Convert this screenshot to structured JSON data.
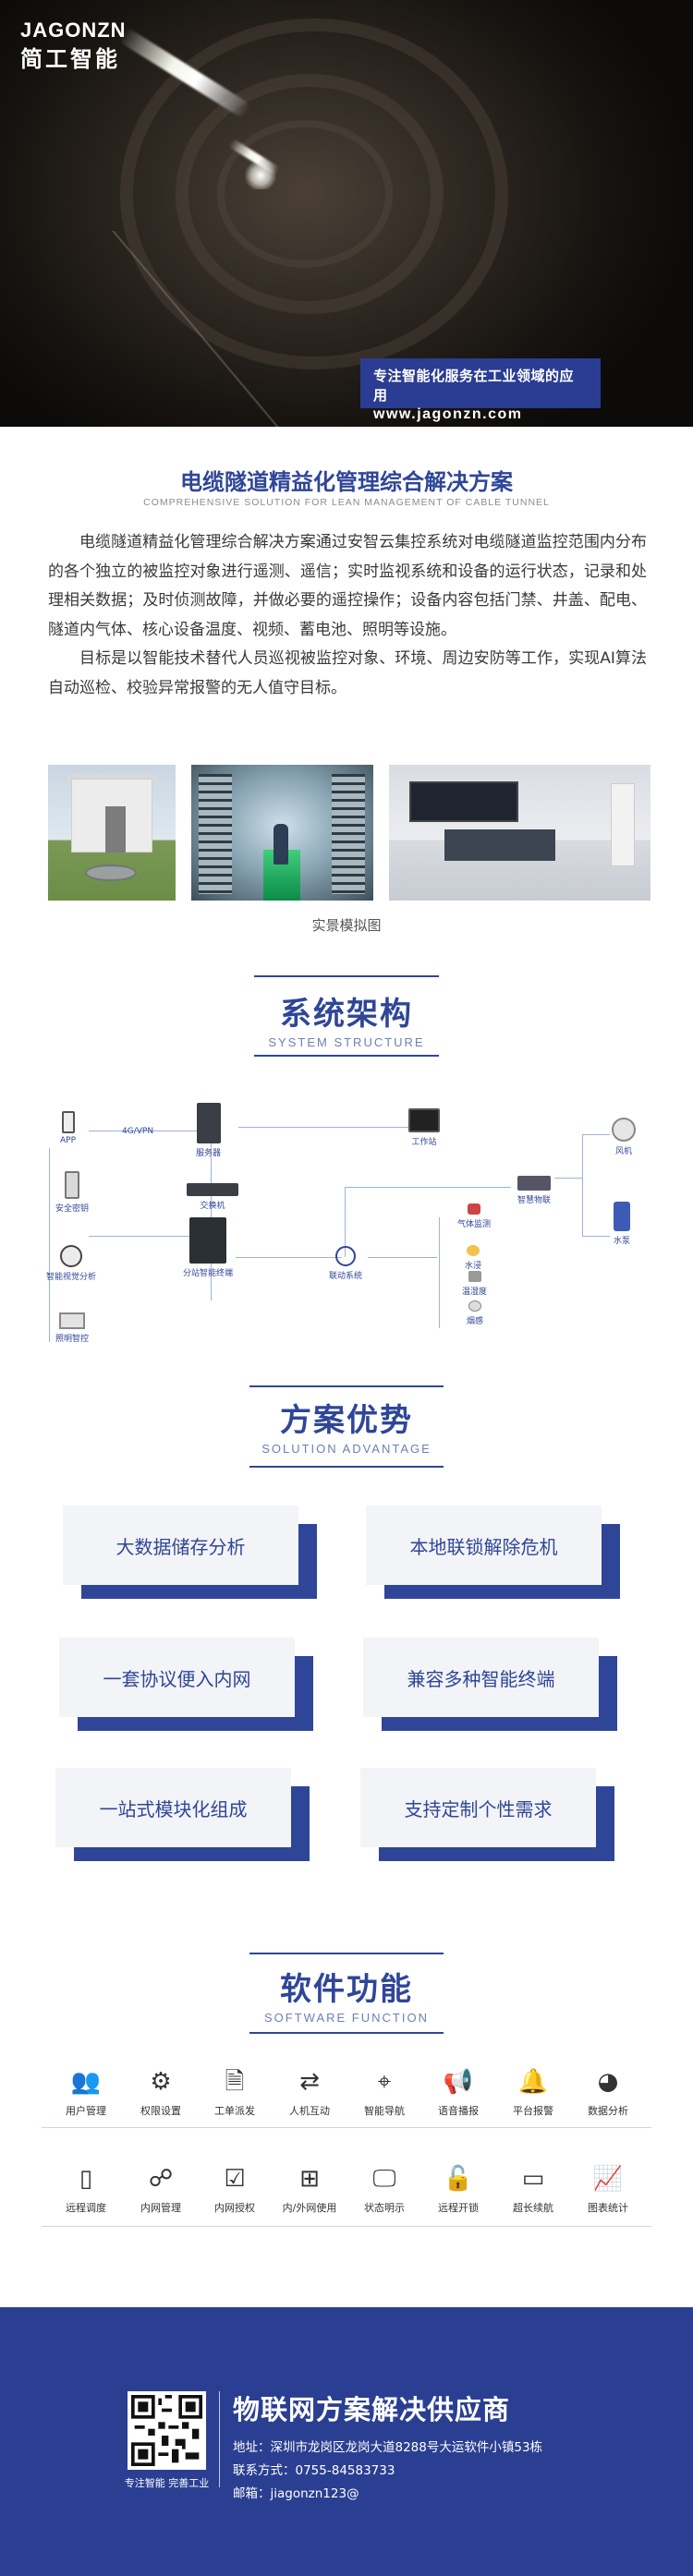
{
  "hero": {
    "logo_en": "JAGONZN",
    "logo_cn": "简工智能",
    "tag_line": "专注智能化服务在工业领域的应用",
    "tag_url": "www.jagonzn.com"
  },
  "intro": {
    "title": "电缆隧道精益化管理综合解决方案",
    "subtitle": "COMPREHENSIVE SOLUTION FOR LEAN MANAGEMENT OF CABLE TUNNEL",
    "para1": "电缆隧道精益化管理综合解决方案通过安智云集控系统对电缆隧道监控范围内分布的各个独立的被监控对象进行遥测、遥信；实时监视系统和设备的运行状态，记录和处理相关数据；及时侦测故障，并做必要的遥控操作；设备内容包括门禁、井盖、配电、隧道内气体、核心设备温度、视频、蓄电池、照明等设施。",
    "para2": "目标是以智能技术替代人员巡视被监控对象、环境、周边安防等工作，实现AI算法自动巡检、校验异常报警的无人值守目标。",
    "photo_caption": "实景模拟图"
  },
  "architecture": {
    "title_cn": "系统架构",
    "title_en": "SYSTEM STRUCTURE",
    "nodes": {
      "app": "APP",
      "link": "4G/VPN",
      "server": "服务器",
      "workstation": "工作站",
      "switch": "交换机",
      "access": "安全密钥",
      "video": "智能视觉分析",
      "light": "照明智控",
      "terminal": "分站智能终端",
      "linkage": "联动系统",
      "gas": "气体监测",
      "water": "水浸",
      "temp": "温湿度",
      "smoke": "烟感",
      "smart": "智慧物联",
      "fan": "风机",
      "pump": "水泵"
    }
  },
  "advantages": {
    "title_cn": "方案优势",
    "title_en": "SOLUTION ADVANTAGE",
    "items": [
      "大数据储存分析",
      "本地联锁解除危机",
      "一套协议便入内网",
      "兼容多种智能终端",
      "一站式模块化组成",
      "支持定制个性需求"
    ]
  },
  "software": {
    "title_cn": "软件功能",
    "title_en": "SOFTWARE FUNCTION",
    "row1": [
      {
        "label": "用户管理",
        "icon": "users-icon"
      },
      {
        "label": "权限设置",
        "icon": "gear-icon"
      },
      {
        "label": "工单派发",
        "icon": "document-icon"
      },
      {
        "label": "人机互动",
        "icon": "interaction-icon"
      },
      {
        "label": "智能导航",
        "icon": "navigation-icon"
      },
      {
        "label": "语音播报",
        "icon": "megaphone-icon"
      },
      {
        "label": "平台报警",
        "icon": "alarm-icon"
      },
      {
        "label": "数据分析",
        "icon": "pie-chart-icon"
      }
    ],
    "row2": [
      {
        "label": "远程调度",
        "icon": "remote-icon"
      },
      {
        "label": "内网管理",
        "icon": "network-icon"
      },
      {
        "label": "内网授权",
        "icon": "authorize-icon"
      },
      {
        "label": "内/外网使用",
        "icon": "topology-icon"
      },
      {
        "label": "状态明示",
        "icon": "monitor-icon"
      },
      {
        "label": "远程开锁",
        "icon": "unlock-icon"
      },
      {
        "label": "超长续航",
        "icon": "battery-icon"
      },
      {
        "label": "图表统计",
        "icon": "line-chart-icon"
      }
    ]
  },
  "footer": {
    "qr_caption": "专注智能 完善工业",
    "title": "物联网方案解决供应商",
    "address": "地址：深圳市龙岗区龙岗大道8288号大运软件小镇53栋",
    "phone": "联系方式：0755-84583733",
    "email": "邮箱：jiagonzn123@"
  }
}
